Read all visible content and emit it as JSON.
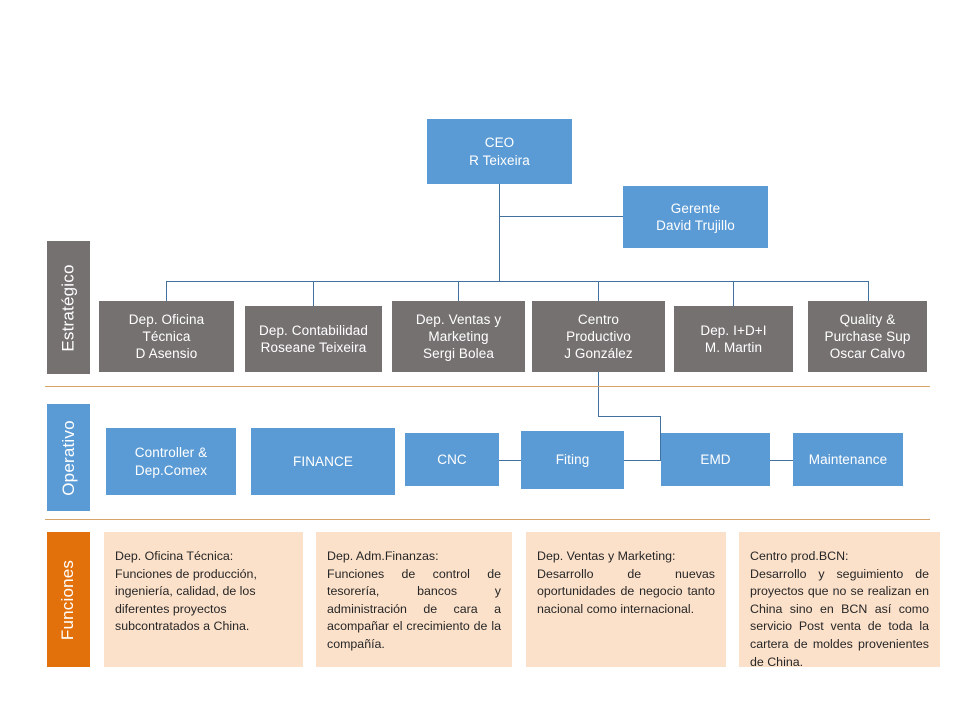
{
  "colors": {
    "blue": "#5B9BD5",
    "gray": "#767171",
    "orange": "#E2700B",
    "peach": "#FBE0CA",
    "connector": "#41719C",
    "rule": "#D6A368"
  },
  "bands": [
    {
      "label": "Estratégico",
      "color": "#767171"
    },
    {
      "label": "Operativo",
      "color": "#5B9BD5"
    },
    {
      "label": "Funciones",
      "color": "#E2700B"
    }
  ],
  "top": {
    "ceo": {
      "line1": "CEO",
      "line2": "R Teixeira"
    },
    "gerente": {
      "line1": "Gerente",
      "line2": "David Trujillo"
    }
  },
  "estrategico": [
    {
      "line1": "Dep. Oficina",
      "line2": "Técnica",
      "line3": "D Asensio"
    },
    {
      "line1": "Dep. Contabilidad",
      "line2": "Roseane Teixeira",
      "line3": ""
    },
    {
      "line1": "Dep. Ventas y",
      "line2": "Marketing",
      "line3": "Sergi Bolea"
    },
    {
      "line1": "Centro",
      "line2": "Productivo",
      "line3": "J González"
    },
    {
      "line1": "Dep. I+D+I",
      "line2": "M. Martin",
      "line3": ""
    },
    {
      "line1": "Quality &",
      "line2": "Purchase  Sup",
      "line3": "Oscar Calvo"
    }
  ],
  "operativo": [
    {
      "line1": "Controller &",
      "line2": "Dep.Comex"
    },
    {
      "line1": "FINANCE",
      "line2": ""
    },
    {
      "line1": "CNC",
      "line2": ""
    },
    {
      "line1": "Fiting",
      "line2": ""
    },
    {
      "line1": "EMD",
      "line2": ""
    },
    {
      "line1": "Maintenance",
      "line2": ""
    }
  ],
  "funciones": [
    {
      "title": "Dep. Oficina Técnica:",
      "body": "Funciones de producción, ingeniería, calidad, de los diferentes proyectos subcontratados a  China.",
      "align": "left"
    },
    {
      "title": "Dep. Adm.Finanzas:",
      "body": "Funciones de control de tesorería, bancos y administración de cara a acompañar el crecimiento de la compañía.",
      "align": "justify"
    },
    {
      "title": "Dep. Ventas y Marketing:",
      "body": "Desarrollo de nuevas oportunidades de negocio tanto nacional como internacional.",
      "align": "justify"
    },
    {
      "title": "Centro prod.BCN:",
      "body": "Desarrollo y seguimiento de proyectos que no se realizan en China sino en BCN así como servicio Post venta de toda la cartera de moldes provenientes de China.",
      "align": "justify"
    }
  ]
}
